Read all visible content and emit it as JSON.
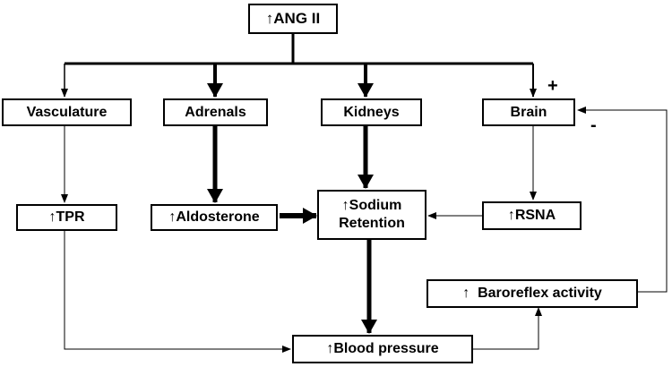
{
  "nodes": {
    "ang2": "↑ANG II",
    "vasculature": "Vasculature",
    "adrenals": "Adrenals",
    "kidneys": "Kidneys",
    "brain": "Brain",
    "tpr": "↑TPR",
    "aldosterone": "↑Aldosterone",
    "sodium_line1": "↑Sodium",
    "sodium_line2": "Retention",
    "rsna": "↑RSNA",
    "baroreflex": "↑  Baroreflex activity",
    "blood_pressure": "↑Blood pressure"
  },
  "signs": {
    "plus": "+",
    "minus": "-"
  },
  "colors": {
    "line": "#000000",
    "background": "#ffffff"
  }
}
